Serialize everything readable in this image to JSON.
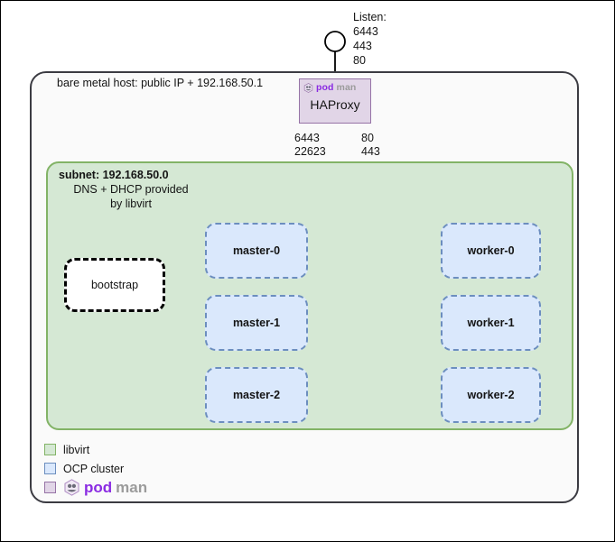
{
  "diagram": {
    "listen": {
      "title": "Listen:",
      "ports": [
        "6443",
        "443",
        "80"
      ]
    },
    "haproxy": {
      "brand_pod": "pod",
      "brand_man": "man",
      "name": "HAProxy",
      "icon": "podman-logo-icon",
      "fill": "#e1d5e7",
      "stroke": "#9673a6"
    },
    "ports_left": [
      "6443",
      "22623"
    ],
    "ports_right": [
      "80",
      "443"
    ],
    "host": {
      "label": "bare metal host: public IP + 192.168.50.1",
      "stroke": "#3b3b42",
      "fill": "#fafafa"
    },
    "subnet": {
      "title": "subnet: 192.168.50.0",
      "line1": "DNS + DHCP provided",
      "line2": "by libvirt",
      "fill": "#d5e8d4",
      "stroke": "#82b366"
    },
    "bootstrap": {
      "label": "bootstrap",
      "fill": "#ffffff",
      "stroke": "#000000"
    },
    "masters": [
      {
        "label": "master-0"
      },
      {
        "label": "master-1"
      },
      {
        "label": "master-2"
      }
    ],
    "workers": [
      {
        "label": "worker-0"
      },
      {
        "label": "worker-1"
      },
      {
        "label": "worker-2"
      }
    ],
    "node_style": {
      "fill": "#dae8fc",
      "stroke": "#6c8ebf"
    },
    "legend": [
      {
        "label": "libvirt",
        "swatch": "libvirt-swatch"
      },
      {
        "label": "OCP cluster",
        "swatch": "ocp-cluster-swatch"
      },
      {
        "label": "podman",
        "swatch": "podman-swatch",
        "pod": "pod",
        "man": "man"
      }
    ]
  }
}
